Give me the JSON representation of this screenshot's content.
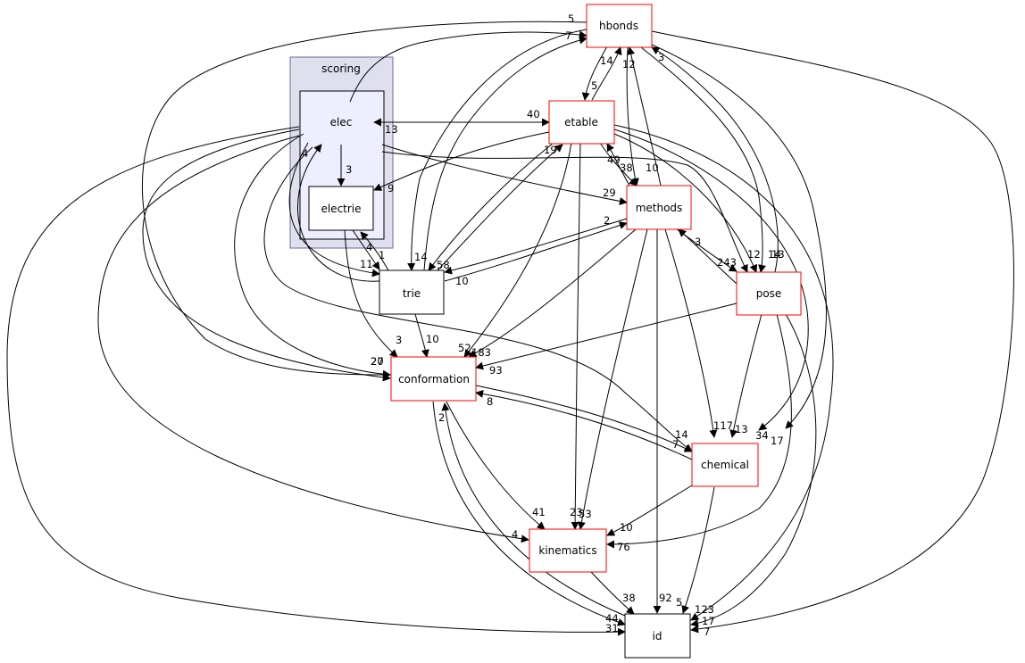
{
  "colors": {
    "cluster_outer_fill": "#dfdfee",
    "cluster_outer_stroke": "#6a6a9b",
    "cluster_inner_fill": "#eeeeff",
    "node_red_stroke": "#ff0000",
    "node_black_stroke": "#000000",
    "edge": "#000000"
  },
  "graph": {
    "cluster_title": "scoring",
    "nodes": {
      "elec": "elec",
      "electrie": "electrie",
      "hbonds": "hbonds",
      "etable": "etable",
      "methods": "methods",
      "trie": "trie",
      "pose": "pose",
      "conformation": "conformation",
      "chemical": "chemical",
      "kinematics": "kinematics",
      "id": "id"
    },
    "edge_labels": {
      "hbonds_top_5": "5",
      "hbonds_top_7": "7",
      "hbonds_14": "14",
      "hbonds_12": "12",
      "hbonds_3": "3",
      "etable_5": "5",
      "etable_40": "40",
      "elec_13": "13",
      "etable_19": "19",
      "etable_49": "49",
      "methods_38": "38",
      "methods_10": "10",
      "electrie_3": "3",
      "electrie_9": "9",
      "elec_4": "4",
      "methods_29": "29",
      "methods_2": "2",
      "trie_14": "14",
      "trie_58": "58",
      "trie_11": "11",
      "electrie_4": "4",
      "trie_1": "1",
      "trie_10": "10",
      "pose_243": "243",
      "methods_3": "3",
      "pose_12": "12",
      "pose_14": "14",
      "pose_13": "13",
      "conf_27": "27",
      "conf_20": "20",
      "conf_3": "3",
      "conf_10": "10",
      "conf_52": "52",
      "conf_183": "183",
      "conf_93": "93",
      "conf_8": "8",
      "conf_2": "2",
      "chem_14": "14",
      "chem_7": "7",
      "chem_117": "117",
      "chem_13": "13",
      "chem_34": "34",
      "chem_17": "17",
      "kin_41": "41",
      "kin_23": "23",
      "kin_53": "53",
      "kin_4": "4",
      "kin_10": "10",
      "kin_76": "76",
      "id_38": "38",
      "id_92": "92",
      "id_5": "5",
      "id_123": "123",
      "id_17": "17",
      "id_7": "7",
      "id_44": "44",
      "id_31": "31"
    }
  }
}
